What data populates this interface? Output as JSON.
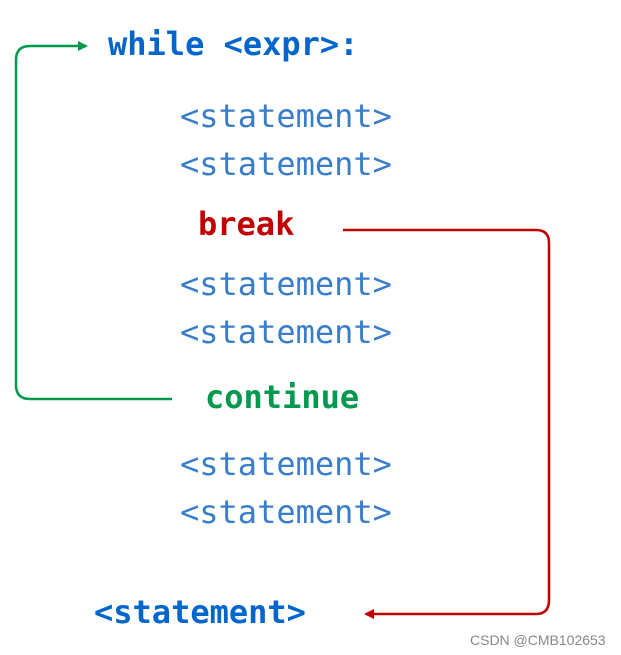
{
  "loop_header": "while <expr>:",
  "body": {
    "statements_before_break": [
      "<statement>",
      "<statement>"
    ],
    "break_keyword": "break",
    "statements_before_continue": [
      "<statement>",
      "<statement>"
    ],
    "continue_keyword": "continue",
    "statements_after_continue": [
      "<statement>",
      "<statement>"
    ]
  },
  "after_loop_statement": "<statement>",
  "watermark": "CSDN @CMB102653",
  "colors": {
    "header": "#0066cc",
    "statement": "#3a7dc9",
    "break": "#c00000",
    "continue": "#00994d"
  }
}
